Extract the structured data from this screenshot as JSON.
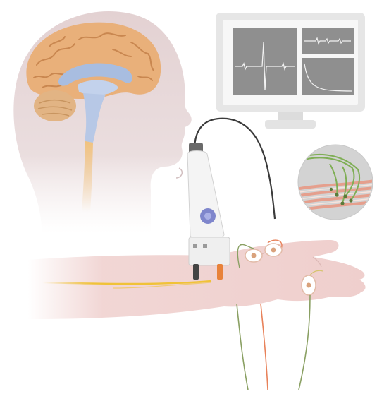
{
  "diagram": {
    "components": [
      "brain-section",
      "monitor",
      "emg-waveforms",
      "stimulator-probe",
      "forearm",
      "surface-electrodes",
      "nerve-muscle-inset"
    ],
    "colors": {
      "head_skin": "#e3d1d2",
      "brain_cortex": "#e9b07a",
      "brain_ventricles": "#a8bde0",
      "cerebellum": "#e2b484",
      "spinal_cord": "#f1c27e",
      "arm_skin": "#efcfcd",
      "nerve": "#f0c238",
      "monitor_frame": "#e6e6e6",
      "screen_panel": "#8f8f8f",
      "waveform": "#f2f2f2",
      "probe_body": "#f4f4f4",
      "probe_button": "#7f86cc",
      "cable": "#3b3b3b",
      "lead_red": "#e8825a",
      "lead_green": "#8aa063",
      "inset_bg": "#d3d3d3",
      "muscle_fiber": "#e79a86",
      "nerve_fiber": "#7fae55"
    }
  }
}
